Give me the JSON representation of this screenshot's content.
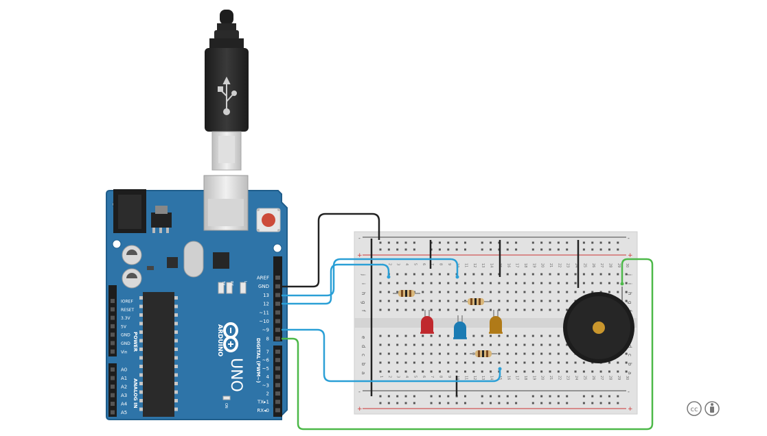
{
  "arduino": {
    "brand": "ARDUINO",
    "model": "UNO",
    "digital_header_label": "DIGITAL (PWM~)",
    "power_header_label": "POWER",
    "analog_header_label": "ANALOG IN",
    "tx_rx_labels": [
      "TX",
      "RX"
    ],
    "on_label": "ON",
    "l_label": "L",
    "digital_pins": [
      "AREF",
      "GND",
      "13",
      "12",
      "~11",
      "~10",
      "~9",
      "8",
      "7",
      "~6",
      "~5",
      "4",
      "~3",
      "2",
      "TX▸1",
      "RX◂0"
    ],
    "power_pins": [
      "IOREF",
      "RESET",
      "3.3V",
      "5V",
      "GND",
      "GND",
      "Vin"
    ],
    "analog_pins": [
      "A0",
      "A1",
      "A2",
      "A3",
      "A4",
      "A5"
    ],
    "colors": {
      "board": "#2e74a8",
      "edge": "#1f5d8b"
    }
  },
  "breadboard": {
    "row_letters_top": [
      "j",
      "i",
      "h",
      "g",
      "f"
    ],
    "row_letters_bottom": [
      "e",
      "d",
      "c",
      "b",
      "a"
    ],
    "rail_plus": "+",
    "rail_minus": "-",
    "column_numbers": [
      "1",
      "2",
      "3",
      "4",
      "5",
      "6",
      "7",
      "8",
      "9",
      "10",
      "11",
      "12",
      "13",
      "14",
      "15",
      "16",
      "17",
      "18",
      "19",
      "20",
      "21",
      "22",
      "23",
      "24",
      "25",
      "26",
      "27",
      "28",
      "29",
      "30"
    ]
  },
  "components": {
    "leds": [
      {
        "name": "red-led",
        "color": "#c0282d"
      },
      {
        "name": "blue-led",
        "color": "#1b7bb3"
      },
      {
        "name": "yellow-led",
        "color": "#b07a18"
      }
    ],
    "resistor_count": 3,
    "buzzer": {
      "name": "piezo-buzzer"
    }
  },
  "wires": {
    "colors": {
      "black": "#222222",
      "blue": "#2a9fd6",
      "green": "#4cb848"
    }
  },
  "license_icons": [
    "cc-icon",
    "attribution-icon"
  ]
}
